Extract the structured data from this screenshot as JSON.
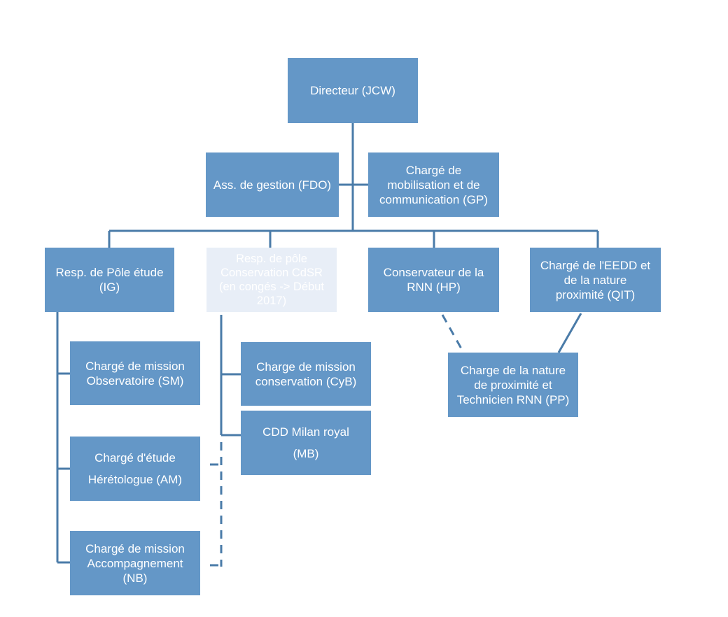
{
  "org": {
    "director": "Directeur (JCW)",
    "assistant": "Ass. de gestion (FDO)",
    "mobilisation": "Chargé de\nmobilisation et de\ncommunication (GP)",
    "pole_etude": "Resp. de Pôle étude\n(IG)",
    "pole_conservation": "Resp. de pôle\nConservation CdSR\n(en congés -> Début\n2017)",
    "conservateur": "Conservateur de la\nRNN (HP)",
    "eedd": "Chargé de l'EEDD et\nde la nature\nproximité (QIT)",
    "observatoire": "Chargé de mission\nObservatoire (SM)",
    "herpetologue": "Chargé d'étude\nHérétologue (AM)",
    "accompagnement": "Chargé  de mission\nAccompagnement\n(NB)",
    "conservation_mission": "Charge de mission\nconservation (CyB)",
    "milan": "CDD Milan royal\n(MB)",
    "nature_proximite": "Charge de la nature\nde proximité et\nTechnicien RNN (PP)"
  },
  "colors": {
    "box": "#6497c7",
    "box_faded": "#e8eef7",
    "line": "#4a7ba8"
  }
}
